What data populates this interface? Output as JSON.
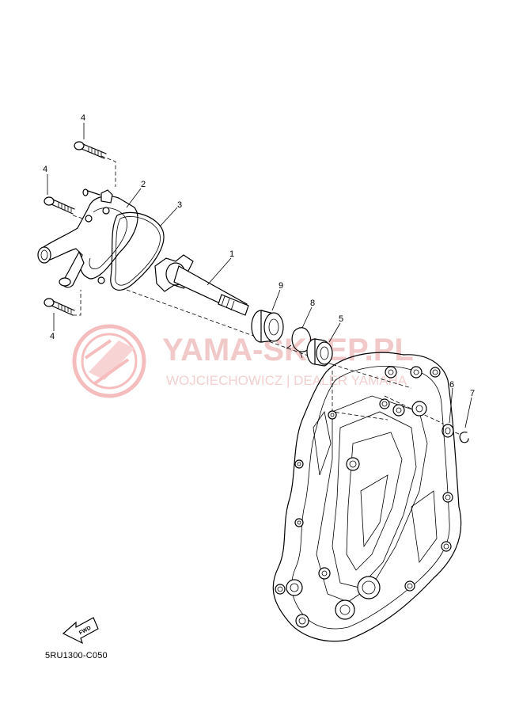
{
  "diagram_code": "5RU1300-C050",
  "fwd_label": "FWD",
  "watermark": {
    "main": "YAMA-SKLEP.PL",
    "sub": "WOJCIECHOWICZ | DEALER YAMAHA"
  },
  "callouts": {
    "c1": "1",
    "c2": "2",
    "c3": "3",
    "c4a": "4",
    "c4b": "4",
    "c4c": "4",
    "c5": "5",
    "c6": "6",
    "c7": "7",
    "c8": "8",
    "c9": "9"
  }
}
